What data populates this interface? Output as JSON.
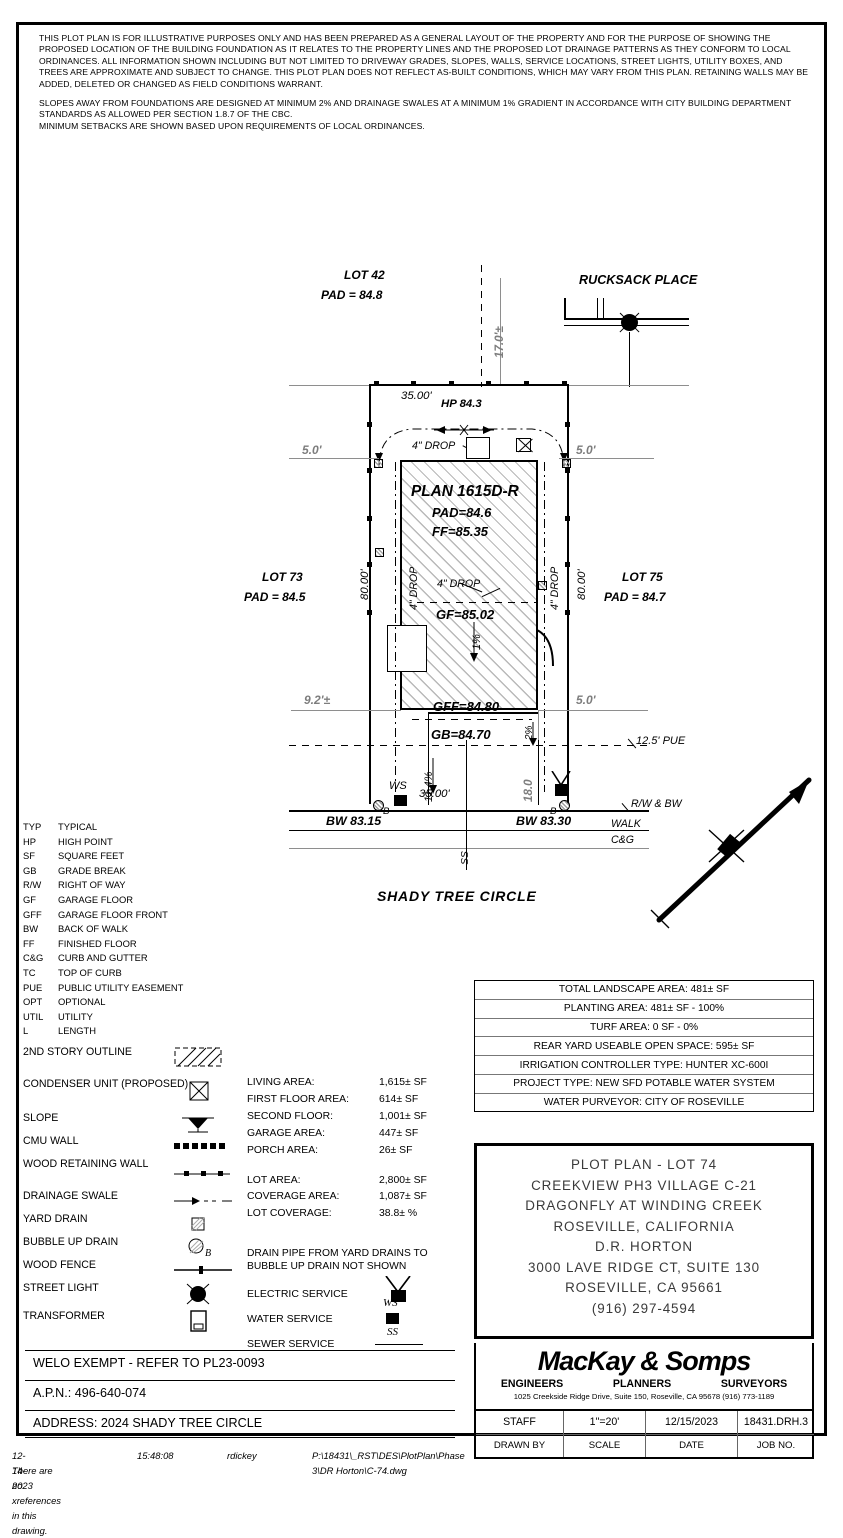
{
  "notes": {
    "paragraph1": "THIS PLOT PLAN IS FOR ILLUSTRATIVE PURPOSES ONLY AND HAS BEEN PREPARED AS A GENERAL LAYOUT OF THE PROPERTY AND FOR THE PURPOSE OF SHOWING THE PROPOSED LOCATION OF THE BUILDING FOUNDATION AS IT RELATES TO THE PROPERTY LINES AND THE PROPOSED LOT DRAINAGE PATTERNS AS THEY CONFORM TO LOCAL ORDINANCES.  ALL INFORMATION SHOWN INCLUDING BUT NOT LIMITED TO DRIVEWAY GRADES, SLOPES, WALLS, SERVICE LOCATIONS, STREET LIGHTS, UTILITY BOXES, AND TREES ARE APPROXIMATE AND SUBJECT TO CHANGE.  THIS PLOT PLAN DOES NOT REFLECT AS-BUILT CONDITIONS, WHICH MAY VARY FROM THIS PLAN.  RETAINING WALLS MAY BE ADDED, DELETED OR CHANGED AS FIELD CONDITIONS WARRANT.",
    "paragraph2": "SLOPES AWAY FROM FOUNDATIONS ARE DESIGNED AT MINIMUM 2% AND DRAINAGE SWALES AT A MINIMUM 1% GRADIENT IN ACCORDANCE WITH CITY BUILDING DEPARTMENT STANDARDS AS ALLOWED PER SECTION 1.8.7 OF THE CBC.",
    "paragraph3": "MINIMUM SETBACKS ARE SHOWN BASED UPON REQUIREMENTS OF LOCAL ORDINANCES."
  },
  "plan": {
    "streets": {
      "top_street": "RUCKSACK PLACE",
      "bottom_street": "SHADY TREE CIRCLE"
    },
    "neighbors": {
      "lot42_name": "LOT 42",
      "lot42_pad": "PAD = 84.8",
      "lot73_name": "LOT 73",
      "lot73_pad": "PAD = 84.5",
      "lot75_name": "LOT 75",
      "lot75_pad": "PAD = 84.7"
    },
    "house": {
      "plan_name": "PLAN 1615D-R",
      "pad": "PAD=84.6",
      "ff": "FF=85.35",
      "gf": "GF=85.02",
      "gff": "GFF=84.80",
      "gb": "GB=84.70"
    },
    "dimensions": {
      "top_width": "35.00'",
      "bottom_width": "35.00'",
      "left_depth": "80.00'",
      "right_depth": "80.00'",
      "setback_left_top": "5.0'",
      "setback_right_top": "5.0'",
      "setback_right_bottom": "5.0'",
      "rear_offset": "9.2'±",
      "driveway_offset": "18.0",
      "street_offset": "17.0'±",
      "pue": "12.5' PUE"
    },
    "grades": {
      "high_point": "HP 84.3",
      "drop_top_left": "4\" DROP",
      "drop_left": "4\" DROP",
      "drop_mid": "4\" DROP",
      "drop_right": "4\" DROP",
      "slope_1pct": "1%",
      "slope_2pct": "2%",
      "slope_114pct": "11.4%"
    },
    "walk": {
      "bw_left": "BW 83.15",
      "bw_right": "BW 83.30",
      "rw_bw": "R/W & BW",
      "walk": "WALK",
      "cg": "C&G",
      "ss": "SS",
      "ws": "WS",
      "bubble_left": "B",
      "bubble_right": "B"
    }
  },
  "abbreviations": [
    {
      "code": "TYP",
      "meaning": "TYPICAL"
    },
    {
      "code": "HP",
      "meaning": "HIGH POINT"
    },
    {
      "code": "SF",
      "meaning": "SQUARE FEET"
    },
    {
      "code": "GB",
      "meaning": "GRADE BREAK"
    },
    {
      "code": "R/W",
      "meaning": "RIGHT OF WAY"
    },
    {
      "code": "GF",
      "meaning": "GARAGE FLOOR"
    },
    {
      "code": "GFF",
      "meaning": "GARAGE FLOOR FRONT"
    },
    {
      "code": "BW",
      "meaning": "BACK OF WALK"
    },
    {
      "code": "FF",
      "meaning": "FINISHED FLOOR"
    },
    {
      "code": "C&G",
      "meaning": "CURB AND GUTTER"
    },
    {
      "code": "TC",
      "meaning": "TOP OF CURB"
    },
    {
      "code": "PUE",
      "meaning": "PUBLIC UTILITY EASEMENT"
    },
    {
      "code": "OPT",
      "meaning": "OPTIONAL"
    },
    {
      "code": "UTIL",
      "meaning": "UTILITY"
    },
    {
      "code": "L",
      "meaning": "LENGTH"
    }
  ],
  "symbols": [
    {
      "label": "2ND STORY OUTLINE",
      "icon": "hatched-box-icon"
    },
    {
      "label": "CONDENSER UNIT (PROPOSED)",
      "icon": "condenser-unit-icon"
    },
    {
      "label": "SLOPE",
      "icon": "slope-arrow-icon"
    },
    {
      "label": "CMU WALL",
      "icon": "cmu-wall-icon"
    },
    {
      "label": "WOOD RETAINING WALL",
      "icon": "wood-retaining-wall-icon"
    },
    {
      "label": "DRAINAGE SWALE",
      "icon": "drainage-swale-icon"
    },
    {
      "label": "YARD DRAIN",
      "icon": "yard-drain-icon"
    },
    {
      "label": "BUBBLE UP DRAIN",
      "icon": "bubble-up-drain-icon"
    },
    {
      "label": "WOOD FENCE",
      "icon": "wood-fence-icon"
    },
    {
      "label": "STREET LIGHT",
      "icon": "street-light-icon"
    },
    {
      "label": "TRANSFORMER",
      "icon": "transformer-icon"
    }
  ],
  "services": [
    {
      "label": "ELECTRIC SERVICE",
      "icon": "electric-service-icon"
    },
    {
      "label": "WATER SERVICE",
      "icon": "water-service-icon"
    },
    {
      "label": "SEWER SERVICE",
      "icon": "sewer-service-icon"
    }
  ],
  "drain_note": "DRAIN PIPE FROM YARD DRAINS TO BUBBLE UP DRAIN NOT SHOWN",
  "areas": {
    "living_label": "LIVING AREA:",
    "living_value": "1,615± SF",
    "first_label": "FIRST FLOOR AREA:",
    "first_value": "614± SF",
    "second_label": "SECOND FLOOR:",
    "second_value": "1,001± SF",
    "garage_label": "GARAGE AREA:",
    "garage_value": "447± SF",
    "porch_label": "PORCH AREA:",
    "porch_value": "26± SF",
    "lot_label": "LOT AREA:",
    "lot_value": "2,800± SF",
    "coverage_area_label": "COVERAGE AREA:",
    "coverage_area_value": "1,087± SF",
    "coverage_label": "LOT COVERAGE:",
    "coverage_value": "38.8± %"
  },
  "landscape_table": [
    "TOTAL LANDSCAPE AREA: 481± SF",
    "PLANTING AREA: 481± SF - 100%",
    "TURF AREA: 0 SF - 0%",
    "REAR YARD USEABLE OPEN SPACE: 595± SF",
    "IRRIGATION CONTROLLER TYPE: HUNTER XC-600I",
    "PROJECT TYPE: NEW SFD POTABLE WATER SYSTEM",
    "WATER PURVEYOR: CITY OF ROSEVILLE"
  ],
  "bottom_rows": {
    "welo": "WELO EXEMPT - REFER TO PL23-0093",
    "apn": "A.P.N.: 496-640-074",
    "address": "ADDRESS: 2024 SHADY TREE CIRCLE"
  },
  "title_block": {
    "line1": "PLOT PLAN - LOT 74",
    "line2": "CREEKVIEW PH3 VILLAGE C-21",
    "line3": "DRAGONFLY AT WINDING CREEK",
    "line4": "ROSEVILLE, CALIFORNIA",
    "line5": "D.R. HORTON",
    "line6": "3000 LAVE RIDGE CT, SUITE 130",
    "line7": "ROSEVILLE, CA 95661",
    "line8": "(916) 297-4594"
  },
  "firm": {
    "name": "MacKay & Somps",
    "role1": "ENGINEERS",
    "role2": "PLANNERS",
    "role3": "SURVEYORS",
    "address": "1025 Creekside Ridge Drive, Suite 150, Roseville, CA 95678  (916) 773-1189"
  },
  "job_table": {
    "staff_value": "STAFF",
    "staff_label": "DRAWN BY",
    "scale_value": "1\"=20'",
    "scale_label": "SCALE",
    "date_value": "12/15/2023",
    "date_label": "DATE",
    "job_value": "18431.DRH.3",
    "job_label": "JOB NO."
  },
  "footer": {
    "date": "12-14-2023",
    "time": "15:48:08",
    "user": "rdickey",
    "path": "P:\\18431\\_RST\\DES\\PlotPlan\\Phase 3\\DR Horton\\C-74.dwg",
    "xref": "There are no xreferences in this drawing."
  }
}
